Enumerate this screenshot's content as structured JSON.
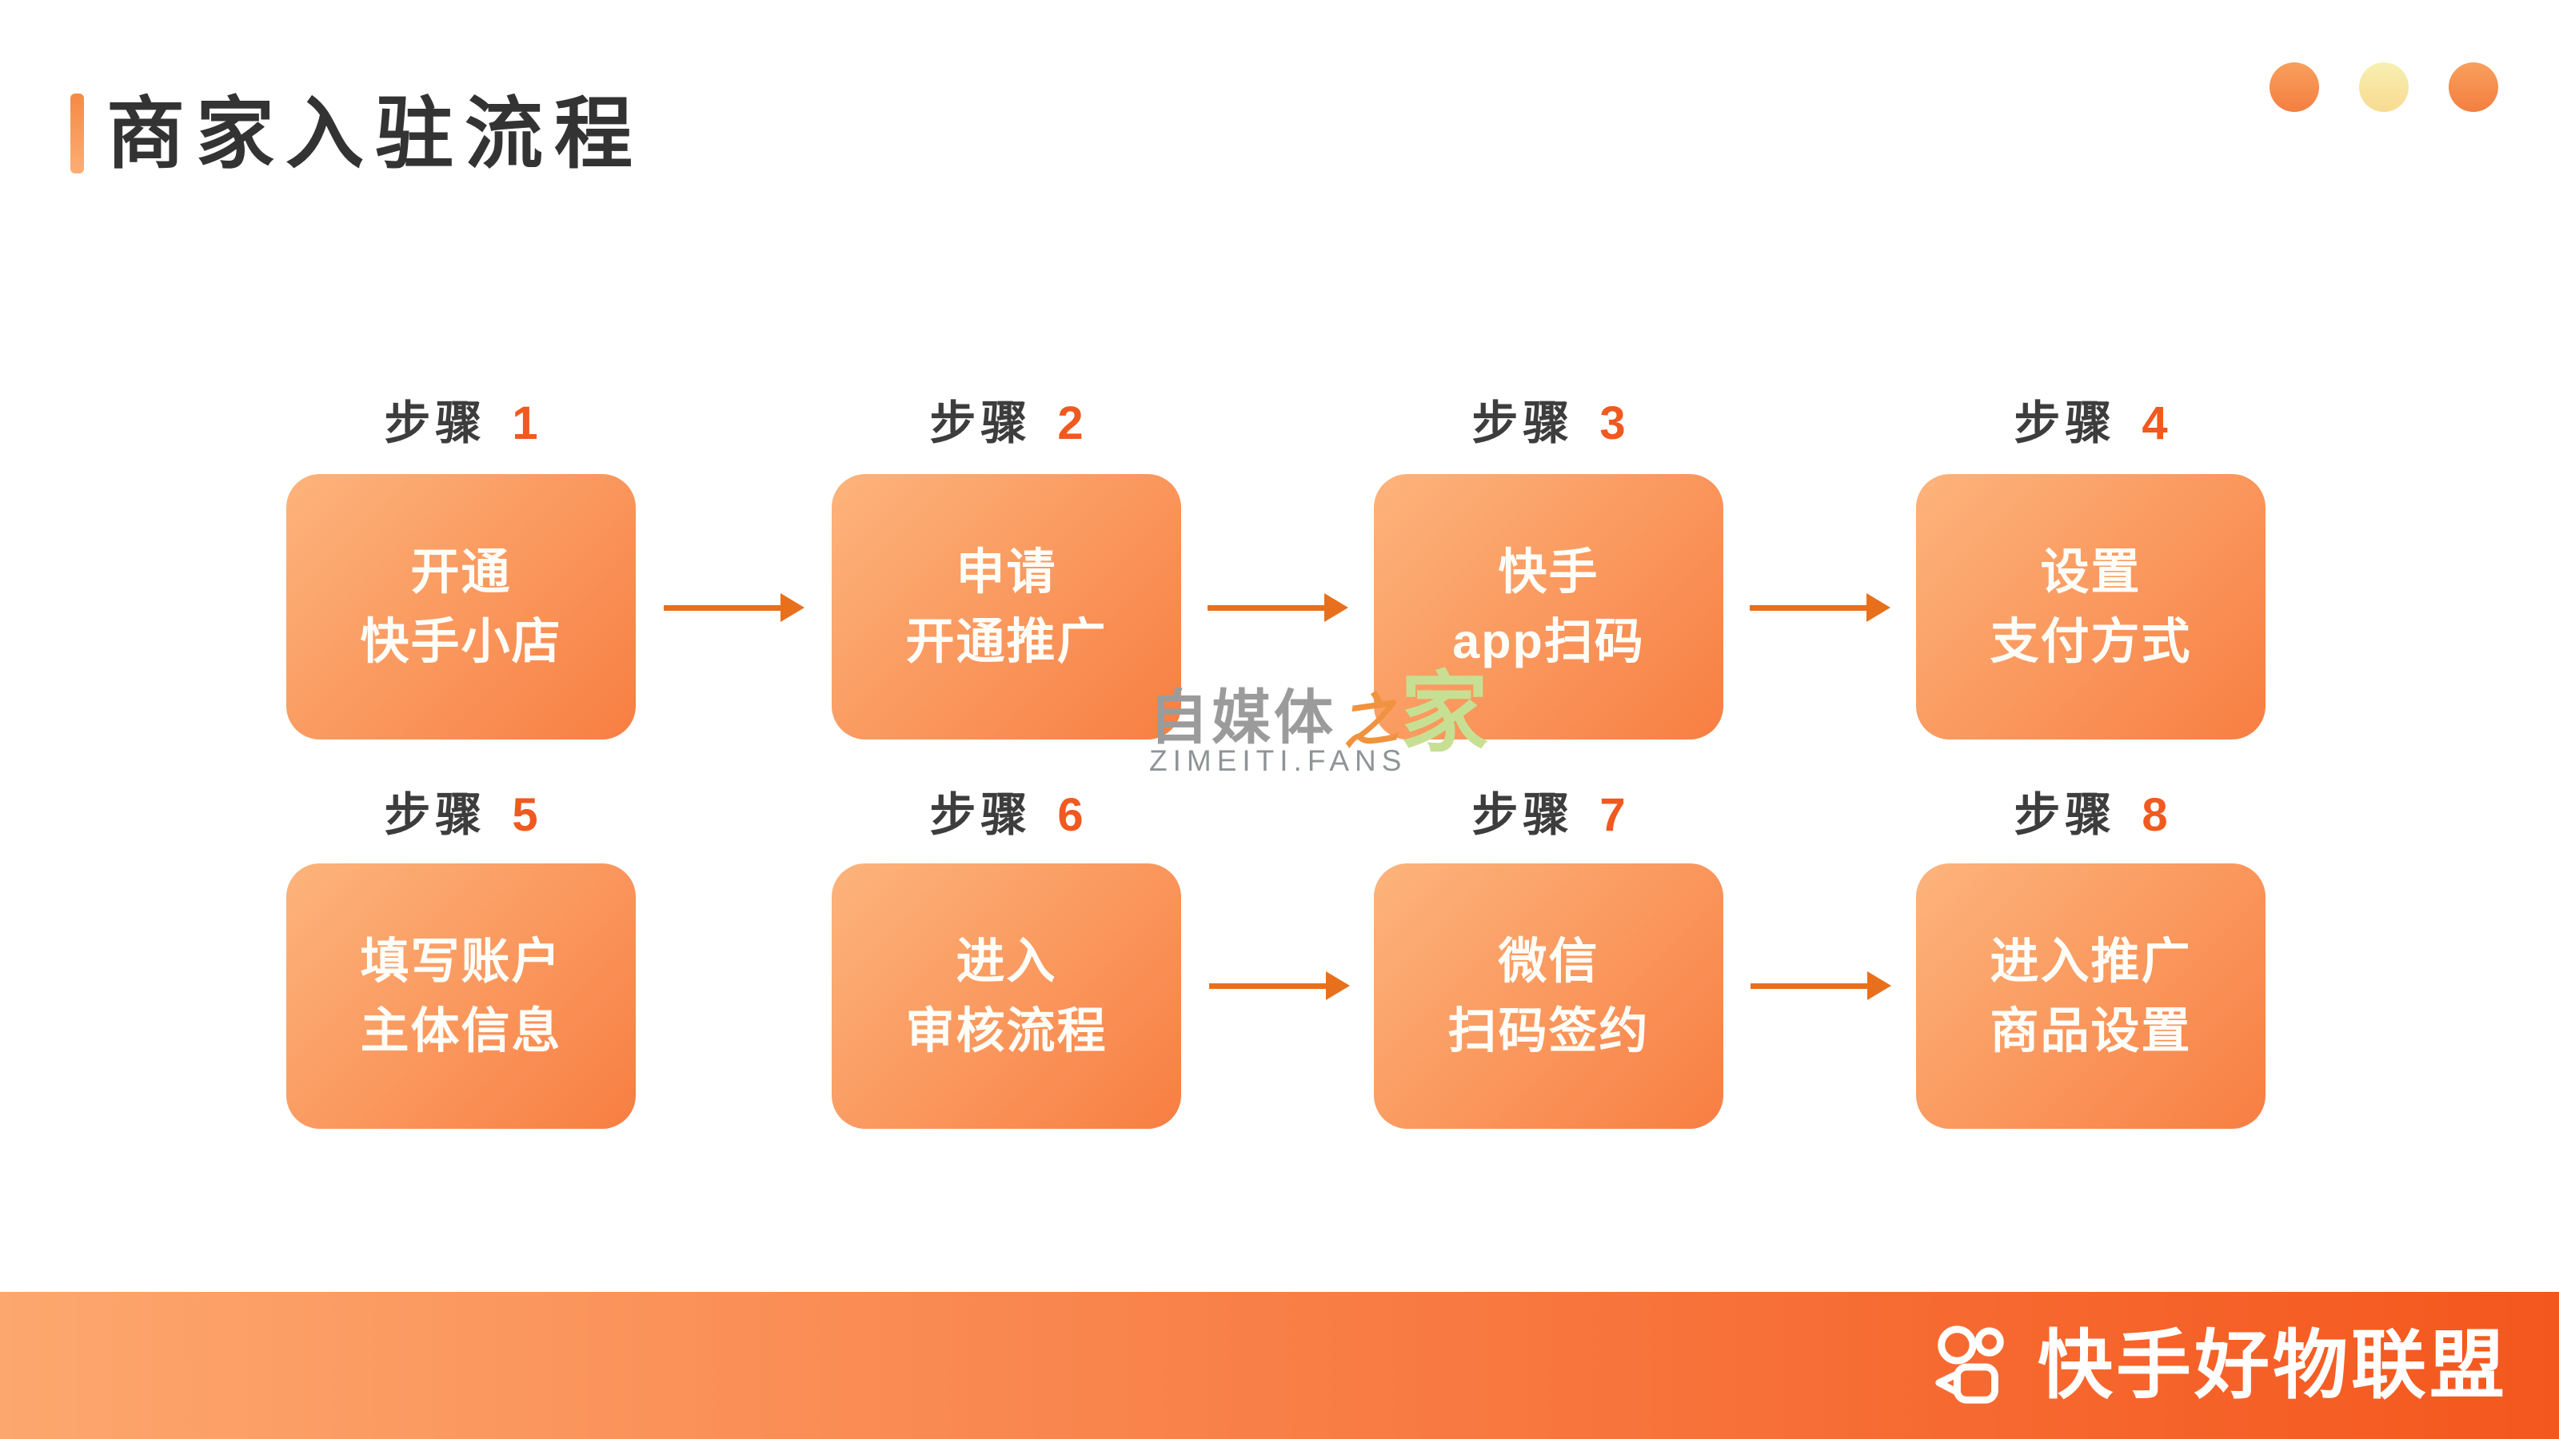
{
  "header": {
    "title": "商家入驻流程"
  },
  "steps": [
    {
      "label": "步骤",
      "number": "1",
      "line1": "开通",
      "line2": "快手小店"
    },
    {
      "label": "步骤",
      "number": "2",
      "line1": "申请",
      "line2": "开通推广"
    },
    {
      "label": "步骤",
      "number": "3",
      "line1": "快手",
      "line2": "app扫码"
    },
    {
      "label": "步骤",
      "number": "4",
      "line1": "设置",
      "line2": "支付方式"
    },
    {
      "label": "步骤",
      "number": "5",
      "line1": "填写账户",
      "line2": "主体信息"
    },
    {
      "label": "步骤",
      "number": "6",
      "line1": "进入",
      "line2": "审核流程"
    },
    {
      "label": "步骤",
      "number": "7",
      "line1": "微信",
      "line2": "扫码签约"
    },
    {
      "label": "步骤",
      "number": "8",
      "line1": "进入推广",
      "line2": "商品设置"
    }
  ],
  "watermark": {
    "text_gray": "自媒体",
    "text_orange": "之",
    "text_green": "家",
    "domain": "ZIMEITI.FANS"
  },
  "footer": {
    "brand": "快手好物联盟"
  },
  "colors": {
    "title_text": "#333333",
    "step_number_orange": "#f0591f",
    "box_gradient_start": "#fcb47c",
    "box_gradient_end": "#f87e42",
    "arrow_orange": "#e8701d",
    "footer_gradient_start": "#fca76e",
    "footer_gradient_end": "#f4571d"
  }
}
